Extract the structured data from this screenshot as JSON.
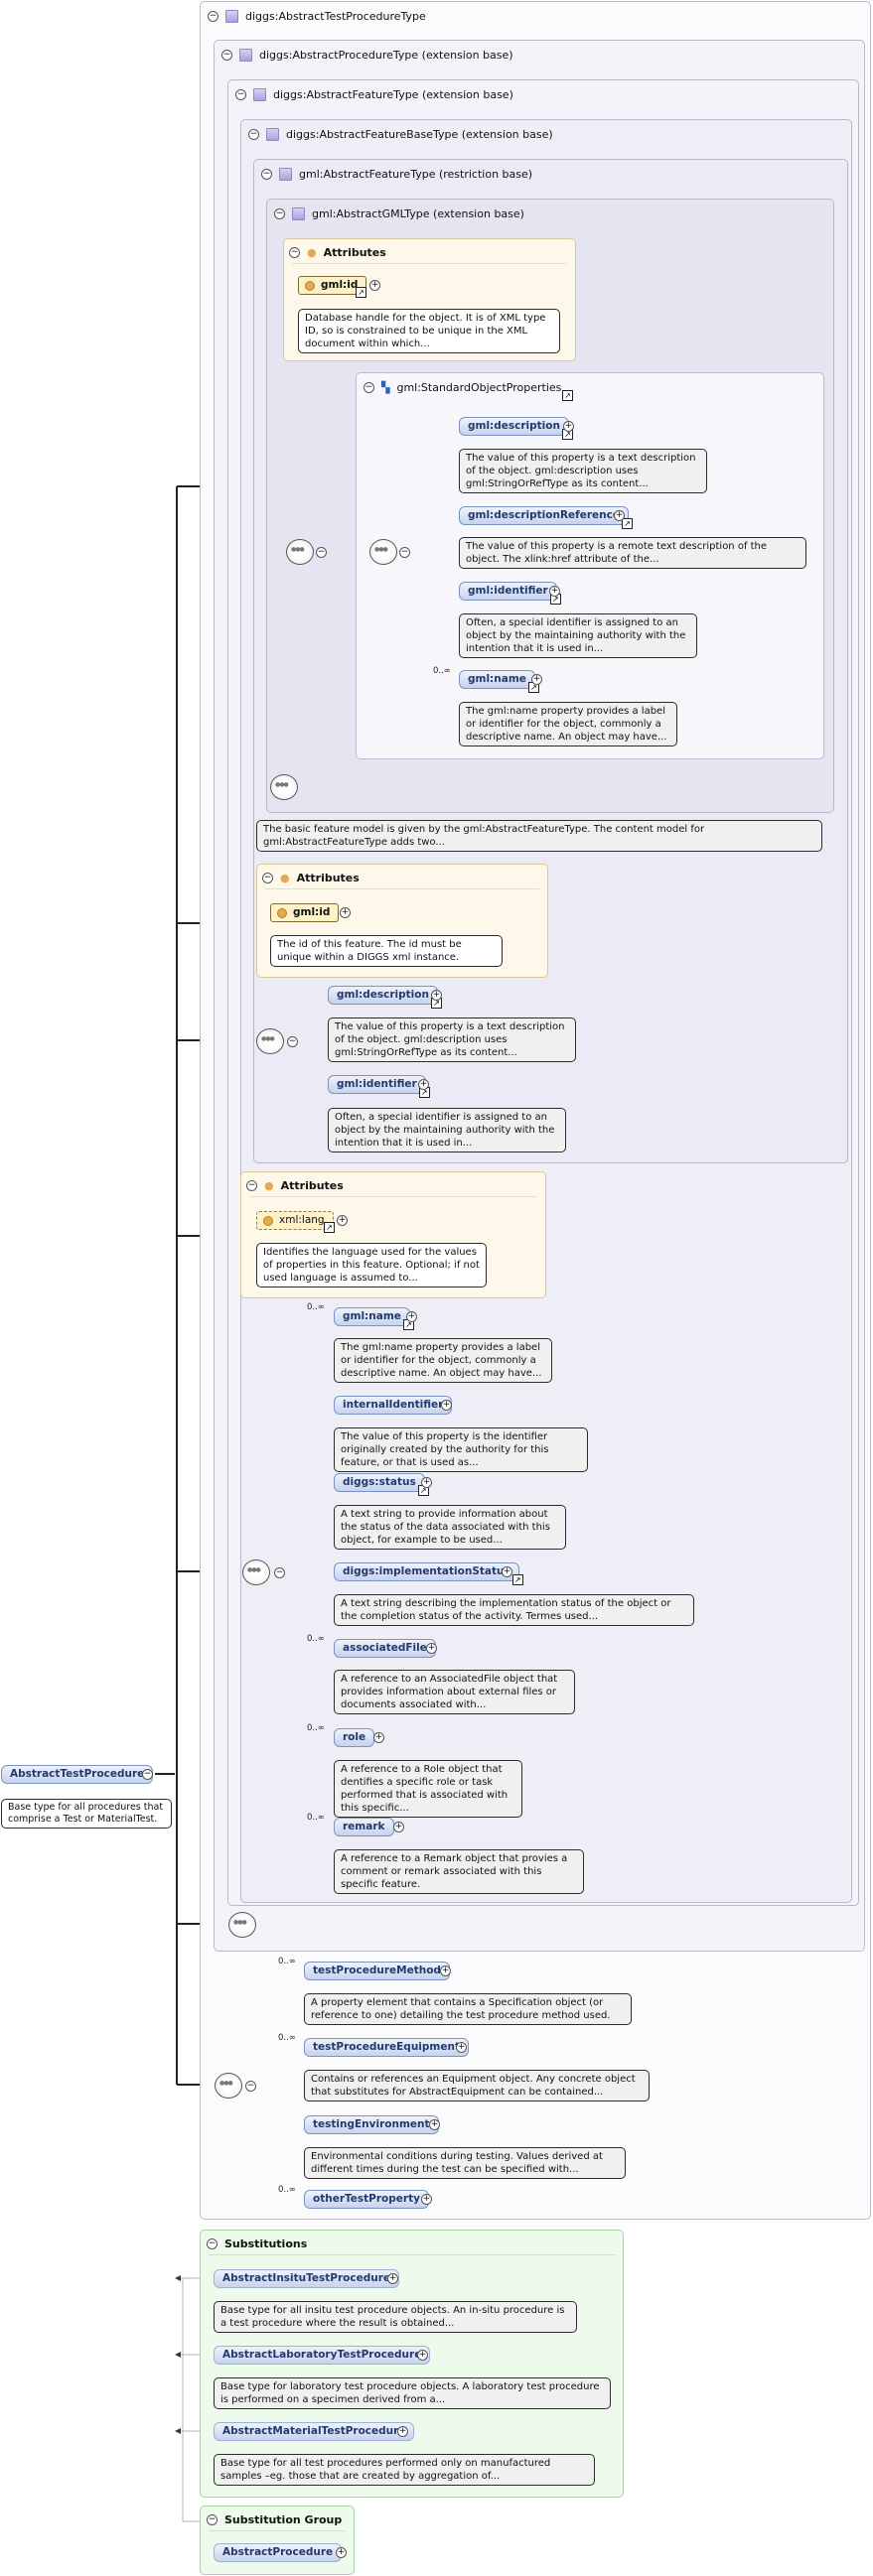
{
  "root": {
    "name": "AbstractTestProcedure",
    "doc": "Base type for all procedures that comprise a Test or MaterialTest."
  },
  "boxes": {
    "b1": "diggs:AbstractTestProcedureType",
    "b2": "diggs:AbstractProcedureType (extension base)",
    "b3": "diggs:AbstractFeatureType (extension base)",
    "b4": "diggs:AbstractFeatureBaseType (extension base)",
    "b5": "gml:AbstractFeatureType (restriction base)",
    "b6": "gml:AbstractGMLType (extension base)",
    "standard": "gml:StandardObjectProperties"
  },
  "attr_box_label": "Attributes",
  "gml_id_attr": {
    "name": "gml:id",
    "doc": "Database handle for the object. It is of XML type ID, so is constrained to be unique in the XML document within which..."
  },
  "standard_props": [
    {
      "name": "gml:description",
      "doc": "The value of this property is a text description of the object. gml:description uses gml:StringOrRefType as its content..."
    },
    {
      "name": "gml:descriptionReference",
      "doc": "The value of this property is a remote text description of the object. The xlink:href attribute of the..."
    },
    {
      "name": "gml:identifier",
      "doc": "Often, a special identifier is assigned to an object by the maintaining authority with the intention that it is used in..."
    },
    {
      "name": "gml:name",
      "card": "0..∞",
      "doc": "The gml:name property provides a label or identifier for the object, commonly a descriptive name. An object may have..."
    }
  ],
  "feature_type_doc": "The basic feature model is given by the gml:AbstractFeatureType. The content model for gml:AbstractFeatureType adds two...",
  "feature_id_attr": {
    "name": "gml:id",
    "doc": "The id of this feature. The id must be unique within a DIGGS xml instance."
  },
  "feature_base_props": [
    {
      "name": "gml:description",
      "doc": "The value of this property is a text description of the object. gml:description uses gml:StringOrRefType as its content..."
    },
    {
      "name": "gml:identifier",
      "doc": "Often, a special identifier is assigned to an object by the maintaining authority with the intention that it is used in..."
    }
  ],
  "lang_attr": {
    "name": "xml:lang",
    "doc": "Identifies the language used for the values of properties in this feature. Optional; if not used language is assumed to..."
  },
  "feature_props": [
    {
      "name": "gml:name",
      "card": "0..∞",
      "doc": "The gml:name property provides a label or identifier for the object, commonly a descriptive name. An object may have..."
    },
    {
      "name": "internalIdentifier",
      "doc": "The value of this property is the identifier originally created by the authority for this feature, or that is used as..."
    },
    {
      "name": "diggs:status",
      "doc": "A text string to provide information about the status of the data associated with this object, for example to be used..."
    },
    {
      "name": "diggs:implementationStatus",
      "doc": "A text string describing the implementation status of the object or the completion status of the activity. Termes used..."
    },
    {
      "name": "associatedFile",
      "card": "0..∞",
      "doc": "A reference to an AssociatedFile object that provides information about external files or documents associated with..."
    },
    {
      "name": "role",
      "card": "0..∞",
      "doc": "A reference to a Role object that dentifies a specific role or task performed that is associated with this specific..."
    },
    {
      "name": "remark",
      "card": "0..∞",
      "doc": "A reference to a Remark object that provies a comment or remark associated with this specific feature."
    }
  ],
  "procedure_props": [
    {
      "name": "testProcedureMethod",
      "card": "0..∞",
      "doc": "A property element that contains a Specification object (or reference to one) detailing the test procedure method used."
    },
    {
      "name": "testProcedureEquipment",
      "card": "0..∞",
      "doc": "Contains or references an Equipment object. Any concrete object that substitutes for AbstractEquipment can be contained..."
    },
    {
      "name": "testingEnvironment",
      "doc": "Environmental conditions during testing. Values derived at different times during the test can be specified with..."
    },
    {
      "name": "otherTestProperty",
      "card": "0..∞",
      "doc": ""
    }
  ],
  "substitutions": {
    "label": "Substitutions",
    "items": [
      {
        "name": "AbstractInsituTestProcedure",
        "doc": "Base type for all insitu test procedure objects. An in-situ procedure is a test procedure where the result is obtained..."
      },
      {
        "name": "AbstractLaboratoryTestProcedure",
        "doc": "Base type for laboratory test procedure objects. A laboratory test procedure is performed on a specimen derived from a..."
      },
      {
        "name": "AbstractMaterialTestProcedure",
        "doc": "Base type for all test procedures performed only on manufactured samples –eg. those that are created by aggregation of..."
      }
    ]
  },
  "substitution_group": {
    "label": "Substitution Group",
    "name": "AbstractProcedure"
  },
  "icons": {
    "toggle": "collapse-circle-icon",
    "type": "complex-type-icon",
    "sequence": "sequence-compositor-icon",
    "attribute": "attribute-dot-icon",
    "group": "model-group-icon",
    "link": "external-link-arrow-icon",
    "expand": "expand-plus-icon"
  },
  "colors": {
    "type_box": "#f4f3fa",
    "attribute_box": "#fdf8ea",
    "substitution_box": "#eefaec",
    "element_fill": "#c6d3ee",
    "element_text": "#233a6e",
    "attribute_fill": "#fdf1c8"
  }
}
